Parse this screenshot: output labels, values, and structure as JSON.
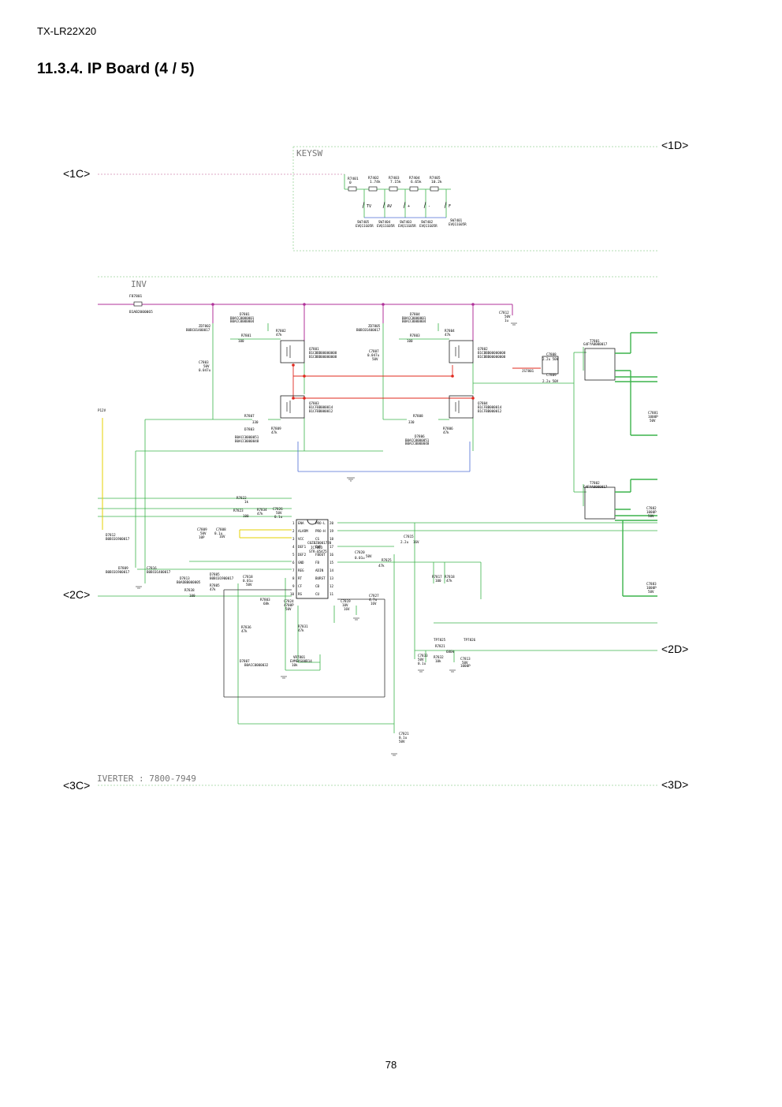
{
  "header": {
    "doc_id": "TX-LR22X20",
    "title": "11.3.4.   IP Board (4 / 5)"
  },
  "zones": {
    "c1": "<1C>",
    "d1": "<1D>",
    "c2": "<2C>",
    "d2": "<2D>",
    "c3": "<3C>",
    "d3": "<3D>"
  },
  "sections": {
    "keysw": "KEYSW",
    "inv": "INV",
    "inverter_note": "IVERTER : 7800-7949"
  },
  "keysw": {
    "resistors": [
      {
        "ref": "R7401",
        "value": "0"
      },
      {
        "ref": "R7402",
        "value": "1.74k"
      },
      {
        "ref": "R7403",
        "value": "7.15k"
      },
      {
        "ref": "R7404",
        "value": "6.65k"
      },
      {
        "ref": "R7405",
        "value": "10.2k"
      }
    ],
    "switch_labels": [
      "TV",
      "AV",
      "+",
      "-",
      "F"
    ],
    "switches": [
      {
        "ref": "SW7405",
        "part": "EVQ11G05R"
      },
      {
        "ref": "SW7404",
        "part": "EVQ11G05R"
      },
      {
        "ref": "SW7403",
        "part": "EVQ11G05R"
      },
      {
        "ref": "SW7402",
        "part": "EVQ11G05R"
      },
      {
        "ref": "SW7401",
        "part": "EVQ11G05R"
      }
    ]
  },
  "inv": {
    "fuse": {
      "ref": "F87801",
      "part": "B1AB2000065"
    },
    "pre_loose": "P12V",
    "q7801": {
      "ref": "Q7801",
      "parts": [
        "B1CBBB00000008",
        "B1CBBB00000008"
      ]
    },
    "q7802": {
      "ref": "Q7802",
      "parts": [
        "B1CBBB00000008",
        "B1CBBB00000008"
      ]
    },
    "q7803": {
      "ref": "Q7803",
      "parts": [
        "B1CFBB000014",
        "B1CFBB000012"
      ]
    },
    "q7804": {
      "ref": "Q7804",
      "parts": [
        "B1CFBB000014",
        "B1CFBB000012"
      ]
    },
    "d7801": {
      "ref": "D7801",
      "parts": [
        "B0ACC0000001",
        "B0ACC0000004"
      ]
    },
    "d7804": {
      "ref": "D7804",
      "parts": [
        "B0ACC0000001",
        "B0ACC0000004"
      ]
    },
    "d7803": {
      "ref": "D7803",
      "parts": [
        "B0ACC0000051",
        "B0ACC0000048"
      ]
    },
    "d7806": {
      "ref": "D7806",
      "parts": [
        "B0ACC0000051",
        "B0ACC0000048"
      ]
    },
    "zener1": {
      "ref": "ZD7802",
      "part": "B0BC01400017"
    },
    "zener2": {
      "ref": "ZD7805",
      "part": "B0BC01400017"
    },
    "r7802": {
      "ref": "R7802",
      "value": "47k"
    },
    "r7804": {
      "ref": "R7804",
      "value": "47k"
    },
    "r7801": {
      "ref": "R7801",
      "value": "100"
    },
    "r7803": {
      "ref": "R7803",
      "value": "100"
    },
    "r7807": {
      "ref": "R7807",
      "value": "330"
    },
    "r7808": {
      "ref": "R7808",
      "value": "330"
    },
    "r7809": {
      "ref": "R7809",
      "value": "47k"
    },
    "r7806": {
      "ref": "R7806",
      "value": "47k"
    },
    "c7803": {
      "ref": "C7803",
      "value": "50V",
      "value2": "0.047u"
    },
    "c7807": {
      "ref": "C7807",
      "value": "0.047u",
      "value2": "50V"
    },
    "c7812": {
      "ref": "C7812",
      "value": "50V",
      "value2": "1u"
    },
    "t7801": {
      "ref": "T7801",
      "part": "G4FYA0000017"
    },
    "t7802": {
      "ref": "T7802",
      "part": "G4FYA0000017"
    },
    "c7808": {
      "ref": "C7808",
      "value": "2.2u 50V"
    },
    "c7809": {
      "ref": "C7809",
      "value": "2.2u 50V"
    },
    "jumper": {
      "ref": "JS7801"
    },
    "c7881": {
      "ref": "C7881",
      "value": "1000P",
      "value2": "50V"
    },
    "c7882": {
      "ref": "C7882",
      "value": "1000P",
      "value2": "50V"
    },
    "c7883": {
      "ref": "C7883",
      "value": "1000P",
      "value2": "50V"
    },
    "ic": {
      "ref": "IC7803",
      "parts": [
        "C0ZBZ0001720",
        "STR-85475"
      ],
      "left_pins": [
        "ENA",
        "ALARM",
        "VCC",
        "DEF1",
        "DEF2",
        "GND",
        "REG",
        "RT",
        "CF",
        "RS"
      ],
      "right_pins": [
        "PRO-L",
        "PRO-H",
        "CS",
        "OVP",
        "FBOUT",
        "FB",
        "ADIN",
        "BURST",
        "CB",
        "CU"
      ],
      "left_nums": [
        "1",
        "2",
        "3",
        "4",
        "5",
        "6",
        "7",
        "8",
        "9",
        "10"
      ],
      "right_nums": [
        "20",
        "19",
        "18",
        "17",
        "16",
        "15",
        "14",
        "13",
        "12",
        "11"
      ]
    },
    "r7822": {
      "ref": "R7822",
      "value": "1k"
    },
    "r7823": {
      "ref": "R7823",
      "value": "100"
    },
    "r7834": {
      "ref": "R7834",
      "value": "47k"
    },
    "c7826": {
      "ref": "C7826",
      "value": "50V",
      "value2": "0.1u"
    },
    "c7815": {
      "ref": "C7815",
      "value": "2.2u",
      "value2": "16V"
    },
    "c7820": {
      "ref": "C7820",
      "value": "0.01u",
      "value2": "50V"
    },
    "r7825": {
      "ref": "R7825",
      "value": "47k"
    },
    "c7809b": {
      "ref": "C7809",
      "value": "50V",
      "value2": "10P"
    },
    "c7808b": {
      "ref": "C7808",
      "value": "0.1u",
      "value2": "16V"
    },
    "d7812": {
      "ref": "D7812",
      "part": "B0BC01900017"
    },
    "d7809": {
      "ref": "D7809",
      "part": "B0BC01900017"
    },
    "c7816": {
      "ref": "C7816",
      "part": "B0BC01400017"
    },
    "d7813": {
      "ref": "D7813",
      "part": "B0ADBB000005"
    },
    "d7805": {
      "ref": "D7805",
      "part": "B0BC01900017"
    },
    "r7805": {
      "ref": "R7805",
      "value": "47k"
    },
    "r7838": {
      "ref": "R7838",
      "value": "100"
    },
    "c7818": {
      "ref": "C7818",
      "value": "0.01u",
      "value2": "50V"
    },
    "r7803b": {
      "ref": "R7803",
      "value": "68k"
    },
    "c7824": {
      "ref": "C7824",
      "value": "4700P",
      "value2": "50V"
    },
    "c7827": {
      "ref": "C7827",
      "value": "4.7u",
      "value2": "16V"
    },
    "c7819": {
      "ref": "C7819",
      "value": "10V",
      "value2": "16V"
    },
    "r7836": {
      "ref": "R7836",
      "value": "47k"
    },
    "r7831": {
      "ref": "R7831",
      "value": "47k"
    },
    "vr7801": {
      "ref": "VR7801",
      "part": "EVMEAS00B14",
      "value": "10k"
    },
    "tp7825": {
      "ref": "TP7825"
    },
    "tp7826": {
      "ref": "TP7826"
    },
    "r7821": {
      "ref": "R7821",
      "value": "680k"
    },
    "c7833": {
      "ref": "C7833",
      "value": "0.1u",
      "value2": "50V"
    },
    "r7832": {
      "ref": "R7832",
      "value": "10k"
    },
    "c7813": {
      "ref": "C7813",
      "value": "1000P",
      "value2": "50V"
    },
    "c7821": {
      "ref": "C7821",
      "value": "0.1u",
      "value2": "50V"
    },
    "r7817": {
      "ref": "R7817",
      "value": "100"
    },
    "r7818": {
      "ref": "R7818",
      "value": "47k"
    },
    "d7807": {
      "ref": "D7807",
      "part": "B0ACC0000032"
    }
  },
  "page_number": "78"
}
